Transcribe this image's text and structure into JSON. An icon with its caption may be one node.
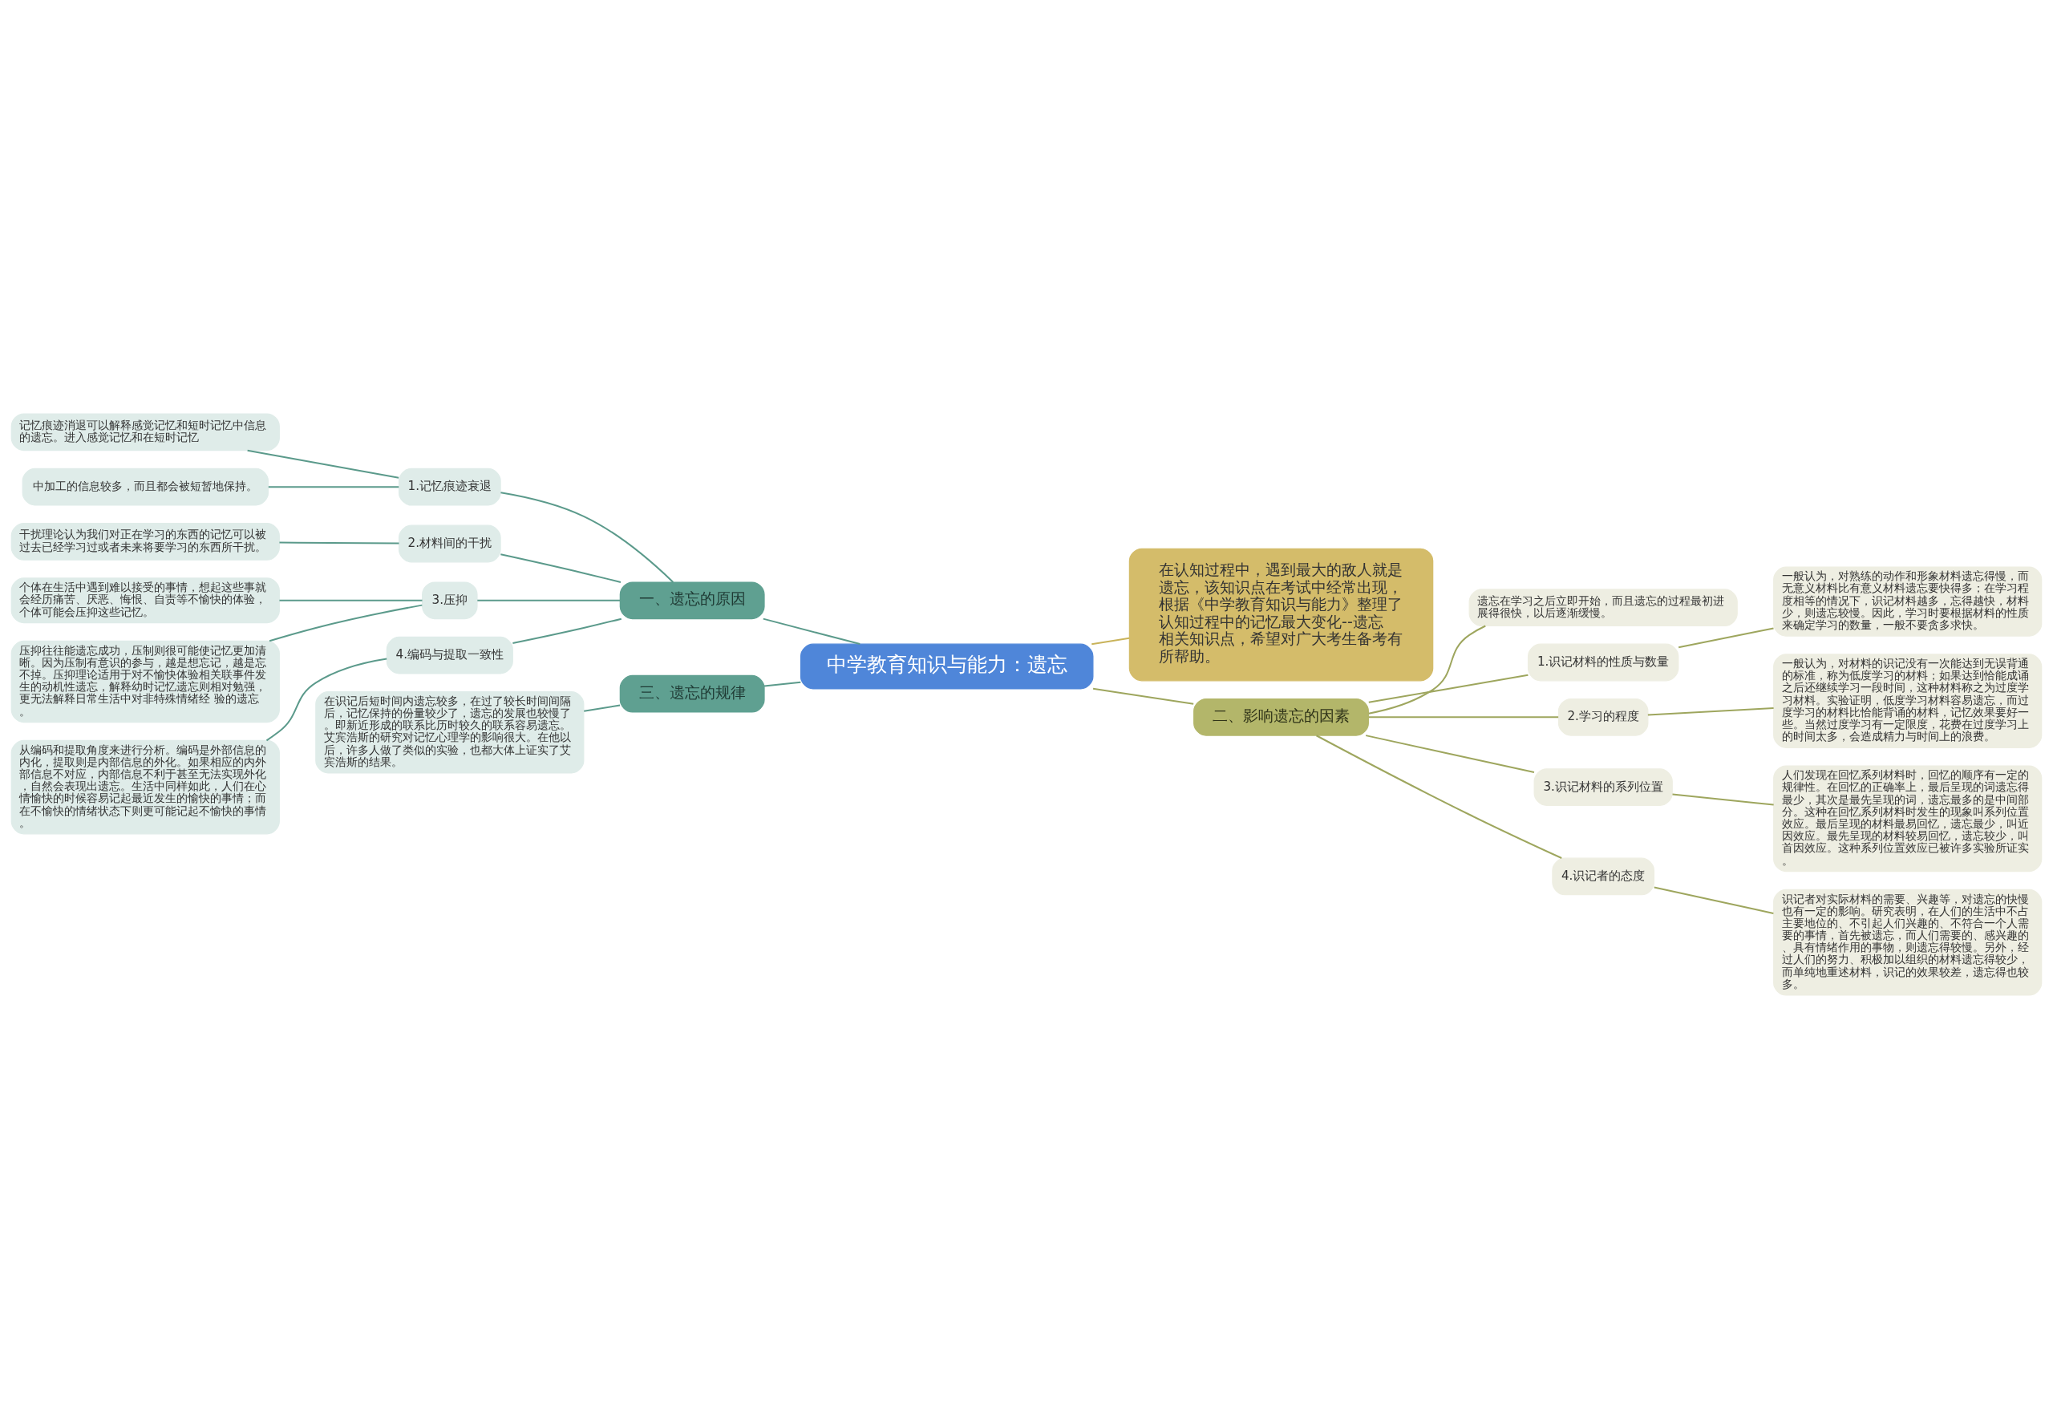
{
  "diagram": {
    "nodes": [
      {
        "text": [
          "中学教育知识与能力：遗忘"
        ]
      },
      {
        "text": [
          "一、遗忘的原因"
        ]
      },
      {
        "text": [
          "1.记忆痕迹衰退"
        ]
      },
      {
        "text": [
          "记忆痕迹消退可以解释感觉记忆和短时记忆中信息的遗忘。进入感觉记忆和在短时记忆"
        ]
      },
      {
        "text": [
          "中加工的信息较多，而且都会被短暂地保持。"
        ]
      },
      {
        "text": [
          "2.材料间的干扰"
        ]
      },
      {
        "text": [
          "干扰理论认为我们对正在学习的东西的记忆可以被过去已经学习过或者未来将要学习的东西所干扰。"
        ]
      },
      {
        "text": [
          "3.压抑"
        ]
      },
      {
        "text": [
          "个体在生活中遇到难以接受的事情，想起这些事就会经历痛苦、厌恶、悔恨、自责等不愉快的体验，个体可能会压抑这些记忆。"
        ]
      },
      {
        "text": [
          "压抑往往能遗忘成功，压制则很可能使记忆更加清晰。因为压制有意识的参与，越是想忘记，越是忘不掉。压抑理论适用于对不愉快体验相关联事件发生的动机性遗忘，解释幼时记忆遗忘则相对勉强，更无法解释日常生活中对非特殊情绪经 验的遗忘。"
        ]
      },
      {
        "text": [
          "4.编码与提取一致性"
        ]
      },
      {
        "text": [
          "从编码和提取角度来进行分析。编码是外部信息的内化，提取则是内部信息的外化。如果相应的内外部信息不对应，内部信息不利于甚至无法实现外化，自然会表现出遗忘。生活中同样如此，人们在心情愉快的时候容易记起最近发生的愉快的事情；而在不愉快的情绪状态下则更可能记起不愉快的事情。"
        ]
      },
      {
        "text": [
          "三、遗忘的规律"
        ]
      },
      {
        "text": [
          "在识记后短时间内遗忘较多，在过了较长时间间隔后，记忆保持的份量较少了，遗忘的发展也较慢了。即新近形成的联系比历时较久的联系容易遗忘。艾宾浩斯的研究对记忆心理学的影响很大。在他以后，许多人做了类似的实验，也都大体上证实了艾宾浩斯的结果。"
        ]
      },
      {
        "text": [
          "在认知过程中，遇到最大的敌人就是遗忘，该知识点在考试中经常出现，根据《中学教育知识与能力》整理了认知过程中的记忆最大变化--遗忘相关知识点，希望对广大考生备考有所帮助。"
        ]
      },
      {
        "text": [
          "二、影响遗忘的因素"
        ]
      },
      {
        "text": [
          "遗忘在学习之后立即开始，而且遗忘的过程最初进展得很快，以后逐渐缓慢。"
        ]
      },
      {
        "text": [
          "1.识记材料的性质与数量"
        ]
      },
      {
        "text": [
          "一般认为，对熟练的动作和形象材料遗忘得慢，而无意义材料比有意义材料遗忘要快得多；在学习程度相等的情况下，识记材料越多，忘得越快，材料少，则遗忘较慢。因此，学习时要根据材料的性质来确定学习的数量，一般不要贪多求快。"
        ]
      },
      {
        "text": [
          "2.学习的程度"
        ]
      },
      {
        "text": [
          "一般认为，对材料的识记没有一次能达到无误背通的标准，称为低度学习的材料；如果达到恰能成诵之后还继续学习一段时间，这种材料称之为过度学习材料。实验证明，低度学习材料容易遗忘，而过度学习的材料比恰能背诵的材料，记忆效果要好一些。当然过度学习有一定限度，花费在过度学习上的时间太多，会造成精力与时间上的浪费。"
        ]
      },
      {
        "text": [
          "3.识记材料的系列位置"
        ]
      },
      {
        "text": [
          "人们发现在回忆系列材料时，回忆的顺序有一定的规律性。在回忆的正确率上，最后呈现的词遗忘得最少，其次是最先呈现的词，遗忘最多的是中间部分。这种在回忆系列材料时发生的现象叫系列位置效应。最后呈现的材料最易回忆，遗忘最少，叫近因效应。最先呈现的材料较易回忆，遗忘较少，叫首因效应。这种系列位置效应已被许多实验所证实。"
        ]
      },
      {
        "text": [
          "4.识记者的态度"
        ]
      },
      {
        "text": [
          "识记者对实际材料的需要、兴趣等，对遗忘的快慢也有一定的影响。研究表明，在人们的生活中不占主要地位的、不引起人们兴趣的、不符合一个人需要的事情，首先被遗忘，而人们需要的、感兴趣的、具有情绪作用的事物，则遗忘得较慢。另外，经过人们的努力、积极加以组织的材料遗忘得较少，而单纯地重述材料，识记的效果较差，遗忘得也较多。"
        ]
      }
    ],
    "edges": [
      {
        "from": 0,
        "to": 1,
        "arrow": "none"
      },
      {
        "from": 1,
        "to": 2,
        "arrow": "none"
      },
      {
        "from": 2,
        "to": 3,
        "arrow": "none"
      },
      {
        "from": 2,
        "to": 4,
        "arrow": "none"
      },
      {
        "from": 1,
        "to": 5,
        "arrow": "none"
      },
      {
        "from": 5,
        "to": 6,
        "arrow": "none"
      },
      {
        "from": 1,
        "to": 7,
        "arrow": "none"
      },
      {
        "from": 7,
        "to": 8,
        "arrow": "none"
      },
      {
        "from": 7,
        "to": 9,
        "arrow": "none"
      },
      {
        "from": 1,
        "to": 10,
        "arrow": "none"
      },
      {
        "from": 10,
        "to": 11,
        "arrow": "none"
      },
      {
        "from": 0,
        "to": 12,
        "arrow": "none"
      },
      {
        "from": 12,
        "to": 13,
        "arrow": "none"
      },
      {
        "from": 0,
        "to": 14,
        "arrow": "none",
        "color": "#c9b35a"
      },
      {
        "from": 0,
        "to": 15,
        "arrow": "none",
        "color": "#9ea65e"
      },
      {
        "from": 15,
        "to": 16,
        "arrow": "none",
        "color": "#9ea65e"
      },
      {
        "from": 15,
        "to": 17,
        "arrow": "none",
        "color": "#9ea65e"
      },
      {
        "from": 17,
        "to": 18,
        "arrow": "none",
        "color": "#9ea65e"
      },
      {
        "from": 15,
        "to": 19,
        "arrow": "none",
        "color": "#9ea65e"
      },
      {
        "from": 19,
        "to": 20,
        "arrow": "none",
        "color": "#9ea65e"
      },
      {
        "from": 15,
        "to": 21,
        "arrow": "none",
        "color": "#9ea65e"
      },
      {
        "from": 21,
        "to": 22,
        "arrow": "none",
        "color": "#9ea65e"
      },
      {
        "from": 15,
        "to": 23,
        "arrow": "none",
        "color": "#9ea65e"
      },
      {
        "from": 23,
        "to": 24,
        "arrow": "none",
        "color": "#9ea65e"
      }
    ]
  }
}
